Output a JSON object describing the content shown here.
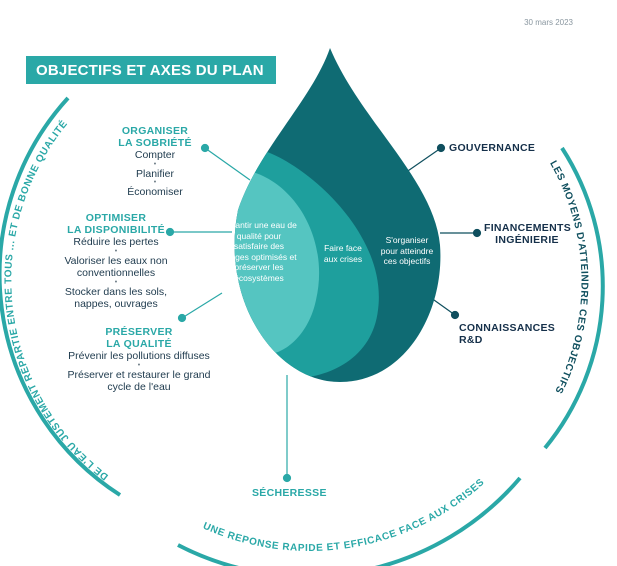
{
  "date": "30 mars 2023",
  "title": "OBJECTIFS ET AXES DU PLAN",
  "colors": {
    "teal_light": "#55c5c1",
    "teal_mid": "#1e9f9d",
    "teal_dark": "#0f6b73",
    "accent": "#2aa8a7",
    "navy": "#15304a"
  },
  "left_groups": [
    {
      "title_lines": [
        "ORGANISER",
        "LA SOBRIÉTÉ"
      ],
      "items": [
        "Compter",
        "Planifier",
        "Économiser"
      ]
    },
    {
      "title_lines": [
        "OPTIMISER",
        "LA DISPONIBILITÉ"
      ],
      "items": [
        "Réduire les pertes",
        "Valoriser les eaux non conventionnelles",
        "Stocker dans les sols, nappes, ouvrages"
      ]
    },
    {
      "title_lines": [
        "PRÉSERVER",
        "LA QUALITÉ"
      ],
      "items": [
        "Prévenir les pollutions diffuses",
        "Préserver et restaurer le grand cycle de l'eau"
      ]
    }
  ],
  "drop_texts": {
    "left": "Garantir une eau de qualité pour satisfaire des usages optimisés et préserver les écosystèmes",
    "middle": "Faire face aux crises",
    "right": "S'organiser pour atteindre ces objectifs"
  },
  "right_labels": [
    "GOUVERNANCE",
    "FINANCEMENTS INGÉNIERIE",
    "CONNAISSANCES R&D"
  ],
  "bottom_label": "SÉCHERESSE",
  "arc_texts": {
    "left": "DE L'EAU JUSTEMENT RÉPARTIE ENTRE TOUS ... ET DE BONNE QUALITÉ",
    "right": "LES MOYENS D'ATTEINDRE CES OBJECTIFS",
    "bottom": "UNE REPONSE RAPIDE ET EFFICACE FACE AUX CRISES"
  }
}
